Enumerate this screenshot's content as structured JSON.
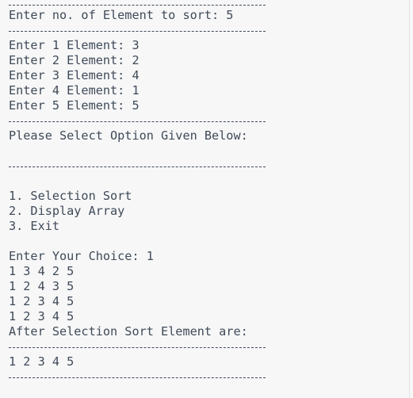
{
  "console": {
    "lines": [
      {
        "kind": "rule",
        "text": ""
      },
      {
        "kind": "text",
        "text": "Enter no. of Element to sort: 5"
      },
      {
        "kind": "rule",
        "text": ""
      },
      {
        "kind": "text",
        "text": "Enter 1 Element: 3"
      },
      {
        "kind": "text",
        "text": "Enter 2 Element: 2"
      },
      {
        "kind": "text",
        "text": "Enter 3 Element: 4"
      },
      {
        "kind": "text",
        "text": "Enter 4 Element: 1"
      },
      {
        "kind": "text",
        "text": "Enter 5 Element: 5"
      },
      {
        "kind": "rule",
        "text": ""
      },
      {
        "kind": "text",
        "text": "Please Select Option Given Below:"
      },
      {
        "kind": "text",
        "text": ""
      },
      {
        "kind": "rule",
        "text": ""
      },
      {
        "kind": "text",
        "text": ""
      },
      {
        "kind": "text",
        "text": "1. Selection Sort"
      },
      {
        "kind": "text",
        "text": "2. Display Array"
      },
      {
        "kind": "text",
        "text": "3. Exit"
      },
      {
        "kind": "text",
        "text": ""
      },
      {
        "kind": "text",
        "text": "Enter Your Choice: 1"
      },
      {
        "kind": "text",
        "text": "1 3 4 2 5"
      },
      {
        "kind": "text",
        "text": "1 2 4 3 5"
      },
      {
        "kind": "text",
        "text": "1 2 3 4 5"
      },
      {
        "kind": "text",
        "text": "1 2 3 4 5"
      },
      {
        "kind": "text",
        "text": "After Selection Sort Element are:"
      },
      {
        "kind": "rule",
        "text": ""
      },
      {
        "kind": "text",
        "text": "1 2 3 4 5"
      },
      {
        "kind": "rule",
        "text": ""
      }
    ]
  }
}
